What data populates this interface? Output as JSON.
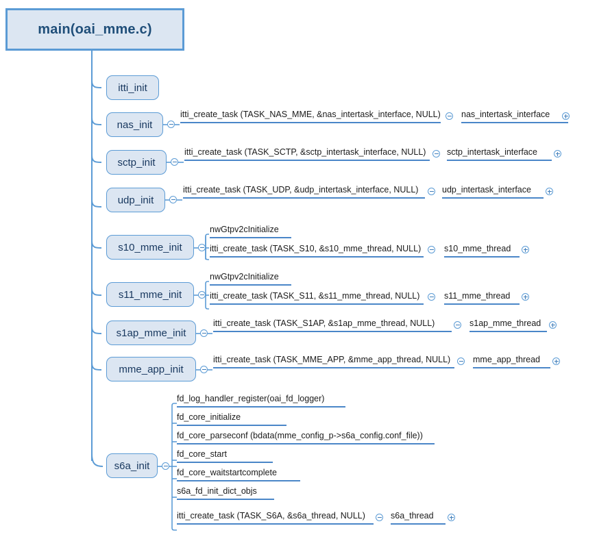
{
  "diagram": {
    "type": "call-tree-mindmap",
    "root": {
      "label": "main(oai_mme.c)"
    },
    "colors": {
      "node_fill": "#dce6f2",
      "node_border": "#5b9bd5",
      "root_text": "#1f4e79",
      "node_text": "#17375e",
      "connector": "#5b9bd5",
      "underline": "#4a86c8",
      "leaf_text": "#1a1a1a",
      "background": "#ffffff"
    },
    "icons": {
      "collapse": "minus-circle-icon",
      "expand": "plus-circle-icon"
    },
    "branches": [
      {
        "id": "itti_init",
        "label": "itti_init",
        "children": []
      },
      {
        "id": "nas_init",
        "label": "nas_init",
        "toggle": "collapse",
        "children": [
          {
            "label": "itti_create_task (TASK_NAS_MME, &nas_intertask_interface, NULL)",
            "toggle": "collapse",
            "result": {
              "label": "nas_intertask_interface",
              "toggle": "expand"
            }
          }
        ]
      },
      {
        "id": "sctp_init",
        "label": "sctp_init",
        "toggle": "collapse",
        "children": [
          {
            "label": "itti_create_task (TASK_SCTP, &sctp_intertask_interface, NULL)",
            "toggle": "collapse",
            "result": {
              "label": "sctp_intertask_interface",
              "toggle": "expand"
            }
          }
        ]
      },
      {
        "id": "udp_init",
        "label": "udp_init",
        "toggle": "collapse",
        "children": [
          {
            "label": "itti_create_task (TASK_UDP, &udp_intertask_interface, NULL)",
            "toggle": "collapse",
            "result": {
              "label": "udp_intertask_interface",
              "toggle": "expand"
            }
          }
        ]
      },
      {
        "id": "s10_mme_init",
        "label": "s10_mme_init",
        "toggle": "collapse",
        "children": [
          {
            "label": "nwGtpv2cInitialize"
          },
          {
            "label": "itti_create_task (TASK_S10, &s10_mme_thread, NULL)",
            "toggle": "collapse",
            "result": {
              "label": "s10_mme_thread",
              "toggle": "expand"
            }
          }
        ]
      },
      {
        "id": "s11_mme_init",
        "label": "s11_mme_init",
        "toggle": "collapse",
        "children": [
          {
            "label": "nwGtpv2cInitialize"
          },
          {
            "label": "itti_create_task (TASK_S11, &s11_mme_thread, NULL)",
            "toggle": "collapse",
            "result": {
              "label": "s11_mme_thread",
              "toggle": "expand"
            }
          }
        ]
      },
      {
        "id": "s1ap_mme_init",
        "label": "s1ap_mme_init",
        "toggle": "collapse",
        "children": [
          {
            "label": "itti_create_task (TASK_S1AP, &s1ap_mme_thread, NULL)",
            "toggle": "collapse",
            "result": {
              "label": "s1ap_mme_thread",
              "toggle": "expand"
            }
          }
        ]
      },
      {
        "id": "mme_app_init",
        "label": "mme_app_init",
        "toggle": "collapse",
        "children": [
          {
            "label": "itti_create_task (TASK_MME_APP, &mme_app_thread, NULL)",
            "toggle": "collapse",
            "result": {
              "label": "mme_app_thread",
              "toggle": "expand"
            }
          }
        ]
      },
      {
        "id": "s6a_init",
        "label": "s6a_init",
        "toggle": "collapse",
        "children": [
          {
            "label": "fd_log_handler_register(oai_fd_logger)"
          },
          {
            "label": "fd_core_initialize"
          },
          {
            "label": "fd_core_parseconf (bdata(mme_config_p->s6a_config.conf_file))"
          },
          {
            "label": "fd_core_start"
          },
          {
            "label": "fd_core_waitstartcomplete"
          },
          {
            "label": "s6a_fd_init_dict_objs"
          },
          {
            "label": "itti_create_task (TASK_S6A, &s6a_thread, NULL)",
            "toggle": "collapse",
            "result": {
              "label": "s6a_thread",
              "toggle": "expand"
            }
          }
        ]
      }
    ]
  }
}
